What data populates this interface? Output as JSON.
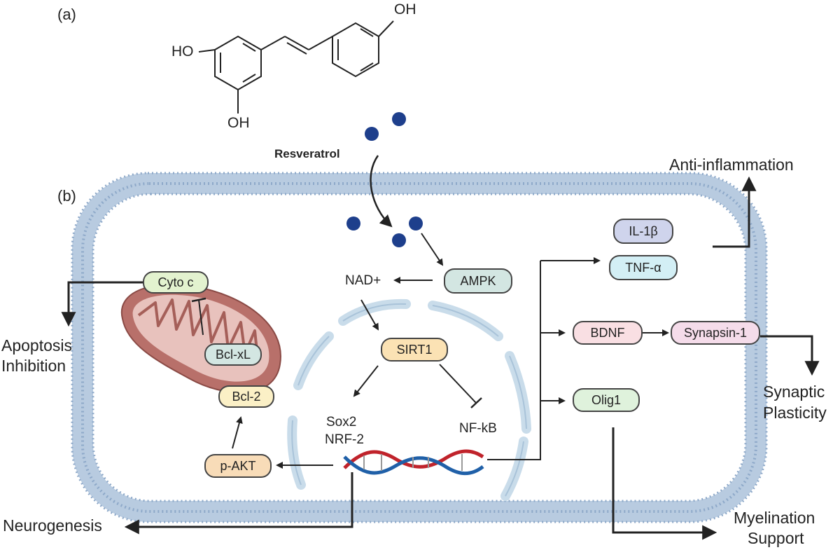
{
  "panel_a_label": "(a)",
  "panel_b_label": "(b)",
  "molecule": {
    "oh_top": "OH",
    "ho_left": "HO",
    "oh_bottom": "OH",
    "name": "Resveratrol"
  },
  "nodes": {
    "cyto_c": "Cyto c",
    "bcl_xl": "Bcl-xL",
    "bcl_2": "Bcl-2",
    "p_akt": "p-AKT",
    "ampk": "AMPK",
    "nad": "NAD+",
    "sirt1": "SIRT1",
    "sox2": "Sox2",
    "nrf2": "NRF-2",
    "nfkb": "NF-kB",
    "il1b": "IL-1β",
    "tnfa": "TNF-α",
    "bdnf": "BDNF",
    "synapsin1": "Synapsin-1",
    "olig1": "Olig1"
  },
  "outcomes": {
    "anti_inflammation": "Anti-inflammation",
    "apoptosis_line1": "Apoptosis",
    "apoptosis_line2": "Inhibition",
    "synaptic_line1": "Synaptic",
    "synaptic_line2": "Plasticity",
    "neurogenesis": "Neurogenesis",
    "myelination_line1": "Myelination",
    "myelination_line2": "Support"
  },
  "colors": {
    "membrane": "#9fb6cf",
    "membrane_dot": "#7f9bbd",
    "nucleus": "#c9dcea",
    "molecule_dot": "#1e3f8c",
    "mito_outer": "#b8706a",
    "mito_inner": "#e8c2bd",
    "dna_red": "#c0232b",
    "dna_blue": "#2060a8",
    "pill_green": "#e3f2cf",
    "pill_teal": "#d3e6e2",
    "pill_yellow": "#fbf0c6",
    "pill_orange": "#f8dcb8",
    "pill_sirt": "#fbe2b4",
    "pill_purple": "#cfd4ec",
    "pill_cyan": "#d3eff5",
    "pill_pink": "#f9dfe3",
    "pill_lightpink": "#f5dcea",
    "pill_lightgreen": "#dff2dc"
  }
}
